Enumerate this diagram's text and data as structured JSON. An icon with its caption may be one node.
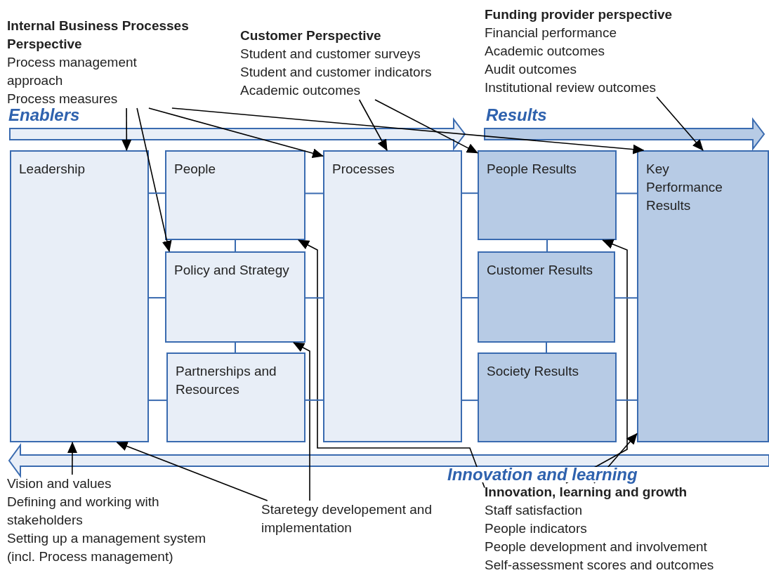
{
  "diagram": {
    "nodes": [
      {
        "text": [
          "Leadership"
        ]
      },
      {
        "text": [
          "People"
        ]
      },
      {
        "text": [
          "Policy and Strategy"
        ]
      },
      {
        "text": [
          "Partnerships and Resources"
        ]
      },
      {
        "text": [
          "Processes"
        ]
      },
      {
        "text": [
          "People Results"
        ]
      },
      {
        "text": [
          "Customer Results"
        ]
      },
      {
        "text": [
          "Society Results"
        ]
      },
      {
        "text": [
          "Key Performance Results"
        ]
      },
      {
        "text": [
          "Internal Business Processes Perspective",
          "Process management approach",
          "Process measures"
        ]
      },
      {
        "text": [
          "Customer Perspective",
          "Student and customer surveys",
          "Student and customer indicators",
          "Academic outcomes"
        ]
      },
      {
        "text": [
          "Funding provider perspective",
          "Financial performance",
          "Academic outcomes",
          "Audit outcomes",
          "Institutional review outcomes"
        ]
      },
      {
        "text": [
          "Vision and values",
          "Defining and working with stakeholders",
          "Setting up a management system (incl. Process management)"
        ]
      },
      {
        "text": [
          "Staretegy developement and implementation"
        ]
      },
      {
        "text": [
          "Innovation, learning and growth",
          "Staff satisfaction",
          "People indicators",
          "People development and involvement",
          "Self-assessment scores and outcomes"
        ]
      }
    ],
    "edges": [
      {
        "from": 9,
        "to": 0,
        "arrow": "to",
        "color": "#000000"
      },
      {
        "from": 9,
        "to": 2,
        "arrow": "to",
        "color": "#000000"
      },
      {
        "from": 9,
        "to": 4,
        "arrow": "to",
        "color": "#000000"
      },
      {
        "from": 9,
        "to": 8,
        "arrow": "to",
        "color": "#000000"
      },
      {
        "from": 10,
        "to": 4,
        "arrow": "to",
        "color": "#000000"
      },
      {
        "from": 10,
        "to": 5,
        "arrow": "to",
        "color": "#000000"
      },
      {
        "from": 11,
        "to": 8,
        "arrow": "to",
        "color": "#000000"
      },
      {
        "from": 12,
        "to": 0,
        "arrow": "to",
        "color": "#000000"
      },
      {
        "from": 13,
        "to": 0,
        "arrow": "to",
        "color": "#000000"
      },
      {
        "from": 13,
        "to": 2,
        "arrow": "to",
        "color": "#000000"
      },
      {
        "from": 14,
        "to": 1,
        "arrow": "to",
        "color": "#000000"
      },
      {
        "from": 14,
        "to": 5,
        "arrow": "to",
        "color": "#000000"
      },
      {
        "from": 14,
        "to": 8,
        "arrow": "to",
        "color": "#000000"
      },
      {
        "from": 0,
        "to": 1,
        "arrow": "none"
      },
      {
        "from": 0,
        "to": 2,
        "arrow": "none"
      },
      {
        "from": 0,
        "to": 3,
        "arrow": "none"
      },
      {
        "from": 1,
        "to": 2,
        "arrow": "none"
      },
      {
        "from": 2,
        "to": 3,
        "arrow": "none"
      },
      {
        "from": 1,
        "to": 4,
        "arrow": "none"
      },
      {
        "from": 2,
        "to": 4,
        "arrow": "none"
      },
      {
        "from": 3,
        "to": 4,
        "arrow": "none"
      },
      {
        "from": 4,
        "to": 5,
        "arrow": "none"
      },
      {
        "from": 4,
        "to": 6,
        "arrow": "none"
      },
      {
        "from": 4,
        "to": 7,
        "arrow": "none"
      },
      {
        "from": 5,
        "to": 6,
        "arrow": "none"
      },
      {
        "from": 6,
        "to": 7,
        "arrow": "none"
      },
      {
        "from": 5,
        "to": 8,
        "arrow": "none"
      },
      {
        "from": 6,
        "to": 8,
        "arrow": "none"
      },
      {
        "from": 7,
        "to": 8,
        "arrow": "none"
      }
    ],
    "labels": [
      "Enablers",
      "Results",
      "Innovation and learning"
    ]
  }
}
